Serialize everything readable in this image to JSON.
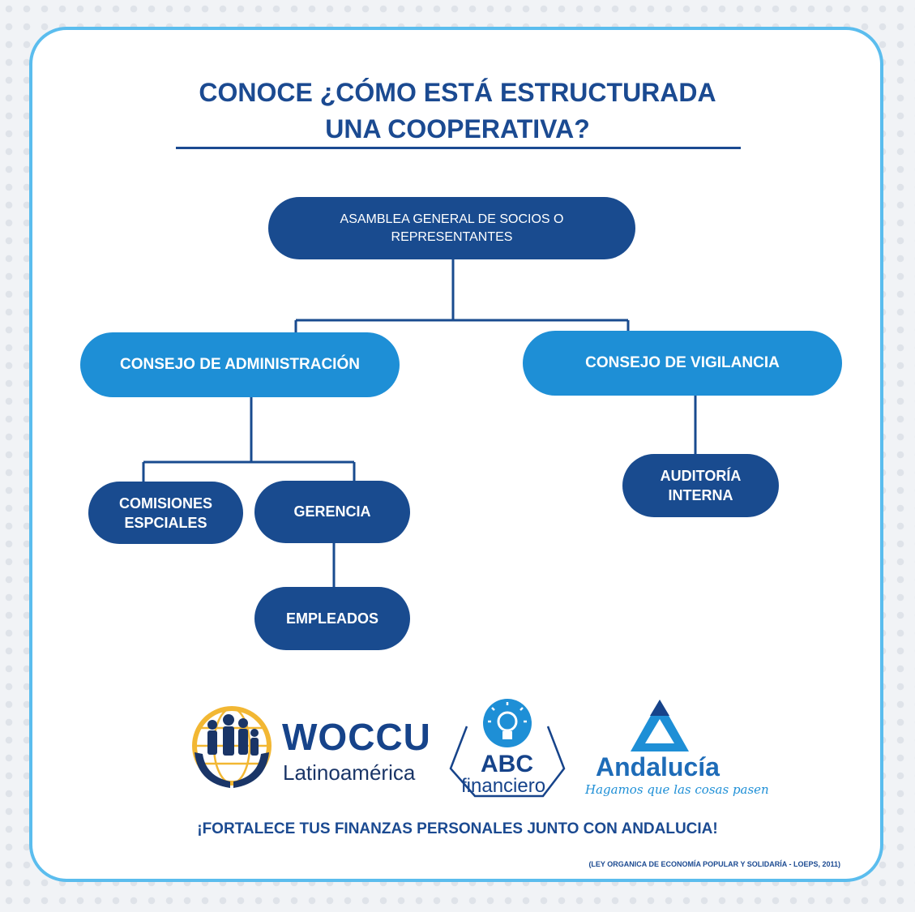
{
  "title": {
    "line1": "CONOCE ¿CÓMO ESTÁ ESTRUCTURADA",
    "line2": "UNA COOPERATIVA?"
  },
  "nodes": {
    "asamblea": "ASAMBLEA GENERAL DE SOCIOS O REPRESENTANTES",
    "administracion": "CONSEJO DE ADMINISTRACIÓN",
    "vigilancia": "CONSEJO DE VIGILANCIA",
    "comisiones": "COMISIONES ESPCIALES",
    "gerencia": "GERENCIA",
    "auditoria": "AUDITORÍA INTERNA",
    "empleados": "EMPLEADOS"
  },
  "logos": {
    "woccu_name": "WOCCU",
    "woccu_sub": "Latinoamérica",
    "abc_top": "ABC",
    "abc_bottom": "financiero",
    "andalucia_name": "Andalucía",
    "andalucia_tagline": "Hagamos que las cosas pasen"
  },
  "footer": {
    "slogan": "¡FORTALECE TUS FINANZAS PERSONALES JUNTO CON ANDALUCIA!",
    "source": "(LEY ORGANICA DE ECONOMÍA POPULAR Y SOLIDARÍA - LOEPS, 2011)"
  },
  "colors": {
    "navy": "#194b8f",
    "blue": "#1e8fd6",
    "border": "#5bbdee",
    "gold": "#f2b733"
  }
}
